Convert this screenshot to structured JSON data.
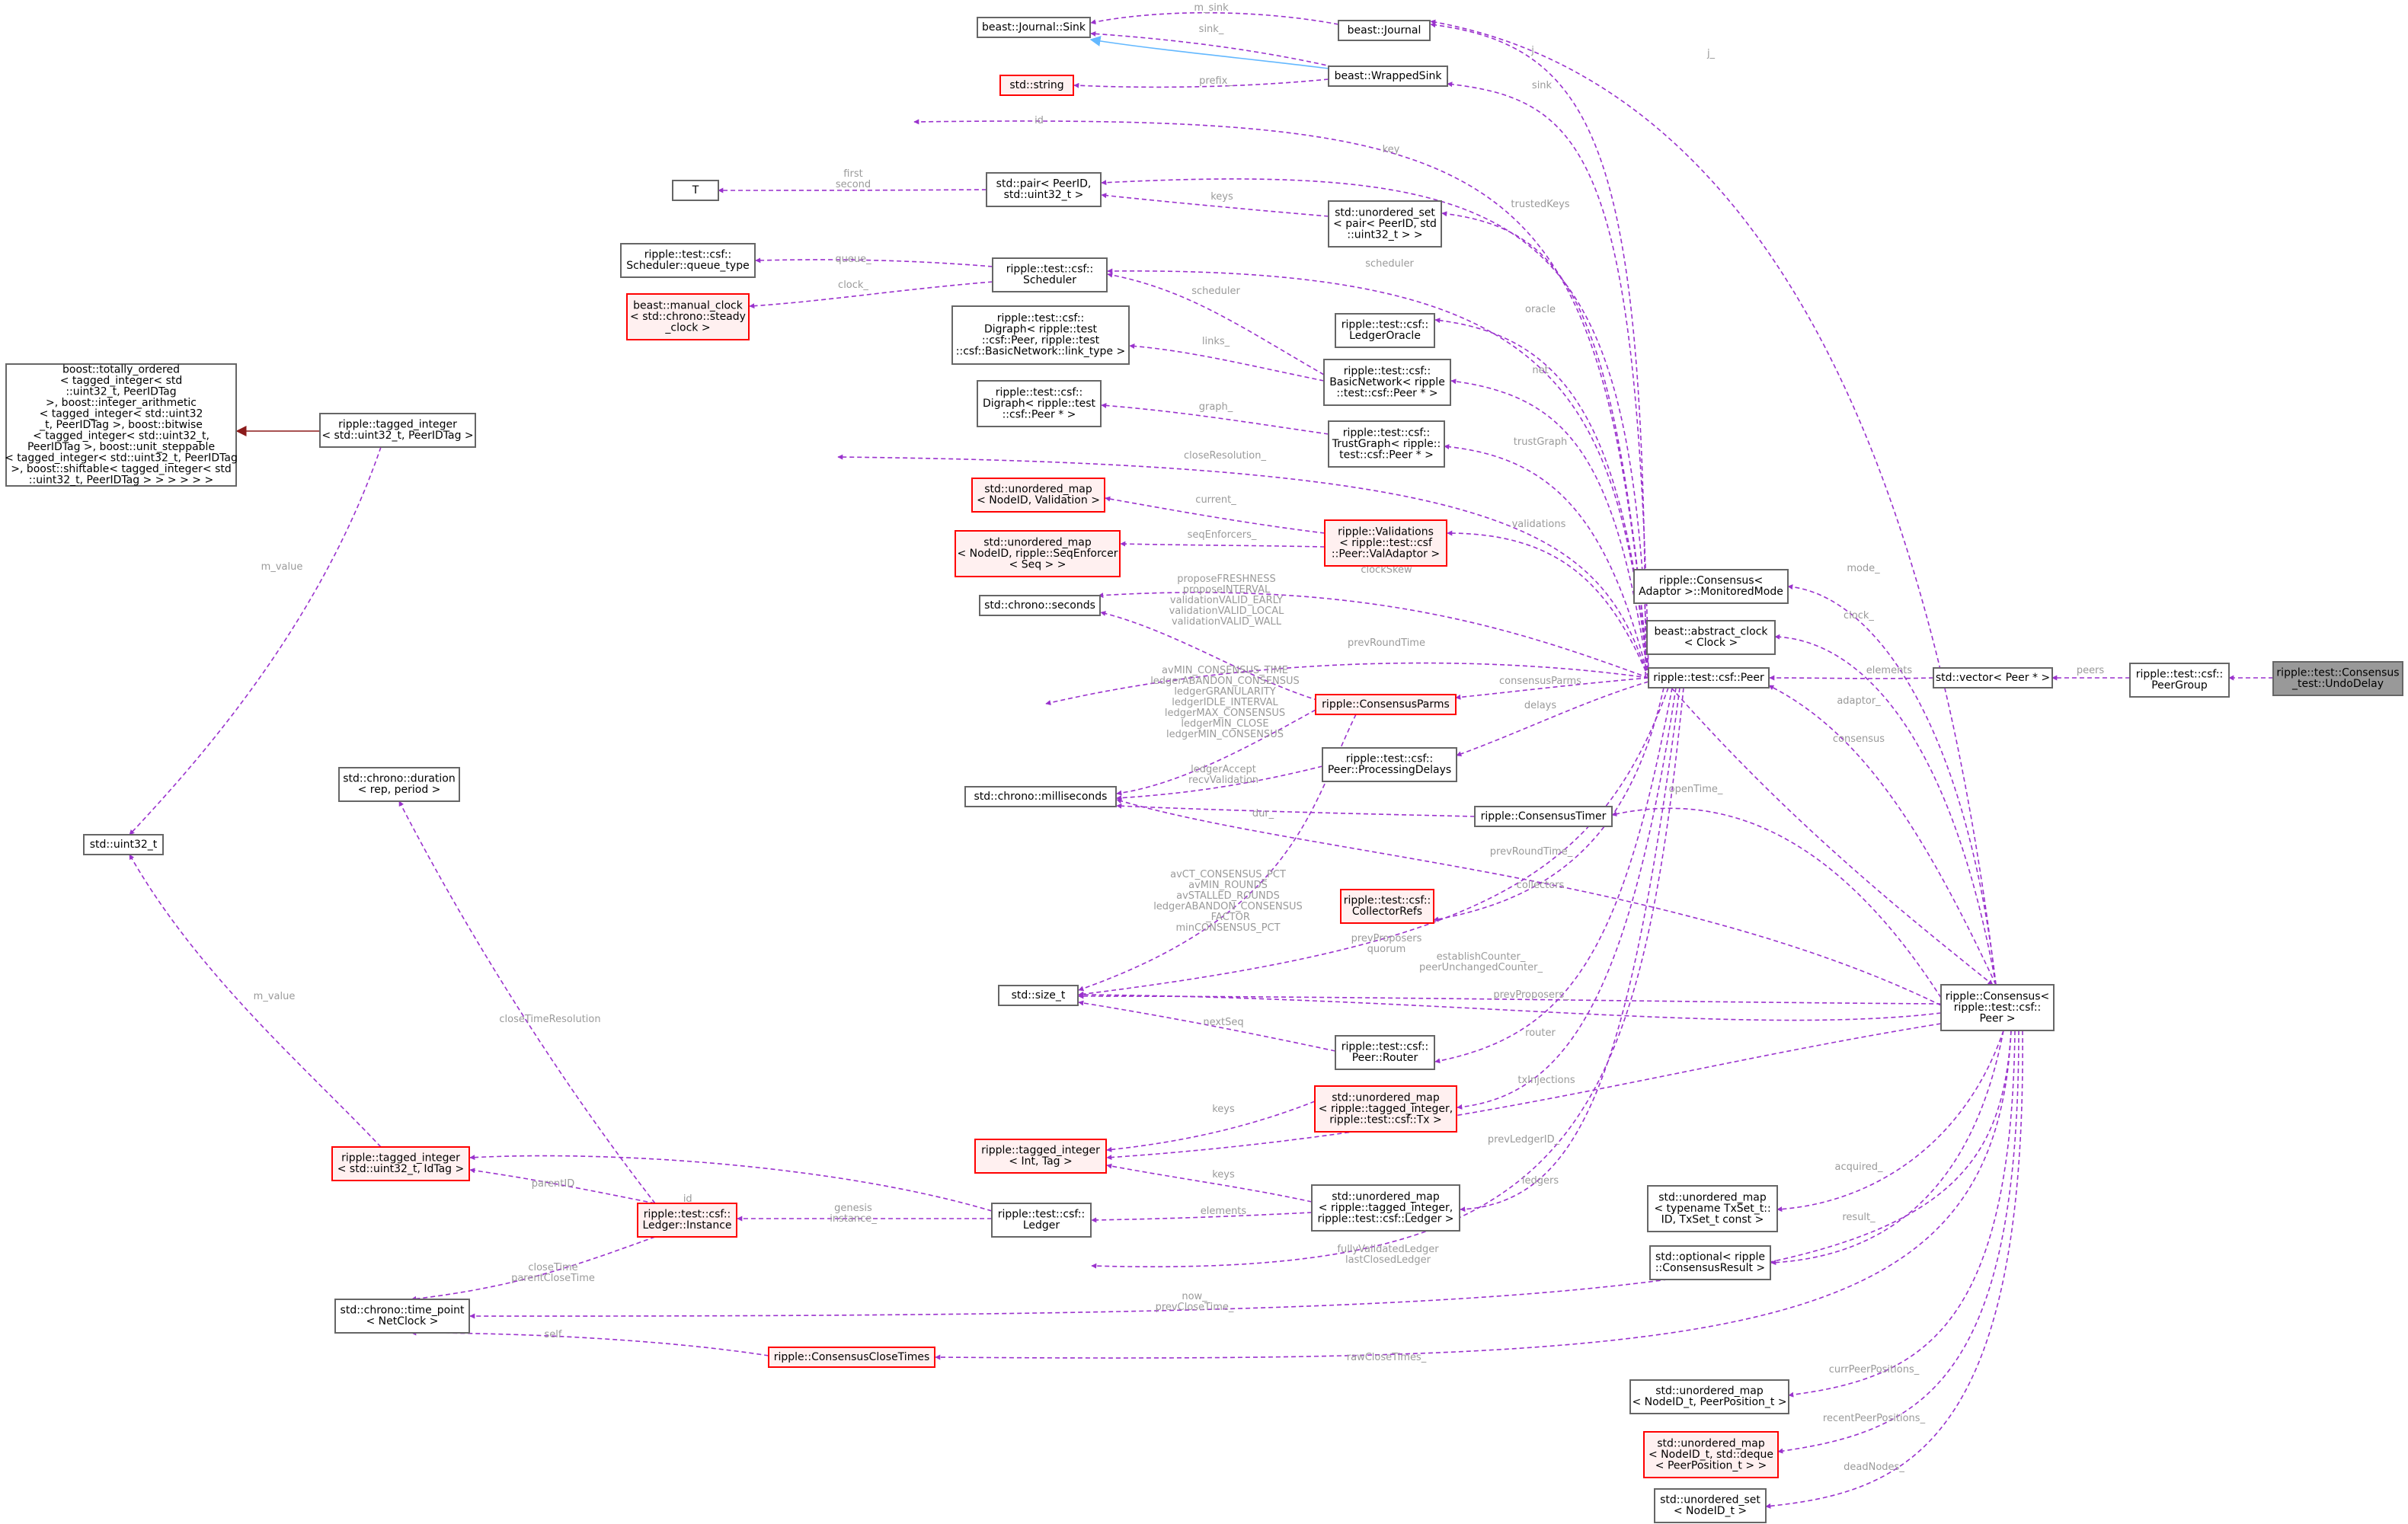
{
  "colors": {
    "usage_edge": "#9a32cd",
    "inherit_edge": "#63b8ff",
    "private_inherit_edge": "#8b1a1a",
    "node_border": "#666666",
    "incomplete_border": "#ff0000",
    "incomplete_fill": "#fff0f0",
    "highlight_fill": "#999999",
    "edge_label": "#9a9a9a"
  },
  "nodes": [
    {
      "id": "sink",
      "lines": [
        "beast::Journal::Sink"
      ]
    },
    {
      "id": "journal",
      "lines": [
        "beast::Journal"
      ]
    },
    {
      "id": "wrappedsink",
      "lines": [
        "beast::WrappedSink"
      ]
    },
    {
      "id": "string",
      "lines": [
        "std::string"
      ],
      "incomplete": true
    },
    {
      "id": "T",
      "lines": [
        "T"
      ]
    },
    {
      "id": "pair",
      "lines": [
        "std::pair< PeerID,",
        "std::uint32_t >"
      ]
    },
    {
      "id": "uset_pair",
      "lines": [
        "std::unordered_set",
        "< pair< PeerID, std",
        "::uint32_t > >"
      ]
    },
    {
      "id": "queue_type",
      "lines": [
        "ripple::test::csf::",
        "Scheduler::queue_type"
      ]
    },
    {
      "id": "scheduler",
      "lines": [
        "ripple::test::csf::",
        "Scheduler"
      ]
    },
    {
      "id": "manual_clock",
      "lines": [
        "beast::manual_clock",
        "< std::chrono::steady",
        "_clock >"
      ],
      "incomplete": true
    },
    {
      "id": "ledgeroracle",
      "lines": [
        "ripple::test::csf::",
        "LedgerOracle"
      ]
    },
    {
      "id": "digraph_link",
      "lines": [
        "ripple::test::csf::",
        "Digraph< ripple::test",
        "::csf::Peer, ripple::test",
        "::csf::BasicNetwork::link_type >"
      ]
    },
    {
      "id": "basicnetwork",
      "lines": [
        "ripple::test::csf::",
        "BasicNetwork< ripple",
        "::test::csf::Peer * >"
      ]
    },
    {
      "id": "digraph_peer",
      "lines": [
        "ripple::test::csf::",
        "Digraph< ripple::test",
        "::csf::Peer * >"
      ]
    },
    {
      "id": "trustgraph",
      "lines": [
        "ripple::test::csf::",
        "TrustGraph< ripple::",
        "test::csf::Peer * >"
      ]
    },
    {
      "id": "boost_ordered",
      "lines": [
        "boost::totally_ordered",
        "< tagged_integer< std",
        "::uint32_t, PeerIDTag",
        " >, boost::integer_arithmetic",
        "< tagged_integer< std::uint32",
        "_t, PeerIDTag >, boost::bitwise",
        "< tagged_integer< std::uint32_t,",
        " PeerIDTag >, boost::unit_steppable",
        "< tagged_integer< std::uint32_t, PeerIDTag",
        " >, boost::shiftable< tagged_integer< std",
        "::uint32_t, PeerIDTag > > > > > >"
      ]
    },
    {
      "id": "tagged_peerid",
      "lines": [
        "ripple::tagged_integer",
        "< std::uint32_t, PeerIDTag >"
      ]
    },
    {
      "id": "umap_validation",
      "lines": [
        "std::unordered_map",
        "< NodeID, Validation >"
      ],
      "incomplete": true
    },
    {
      "id": "validations",
      "lines": [
        "ripple::Validations",
        "< ripple::test::csf",
        "::Peer::ValAdaptor >"
      ],
      "incomplete": true
    },
    {
      "id": "umap_seqenforcer",
      "lines": [
        "std::unordered_map",
        "< NodeID, ripple::SeqEnforcer",
        "< Seq > >"
      ],
      "incomplete": true
    },
    {
      "id": "seconds",
      "lines": [
        "std::chrono::seconds"
      ]
    },
    {
      "id": "monitoredmode",
      "lines": [
        "ripple::Consensus<",
        "Adaptor >::MonitoredMode"
      ]
    },
    {
      "id": "abstract_clock",
      "lines": [
        "beast::abstract_clock",
        "< Clock >"
      ]
    },
    {
      "id": "peer",
      "lines": [
        "ripple::test::csf::Peer"
      ]
    },
    {
      "id": "vector_peer",
      "lines": [
        "std::vector< Peer * >"
      ]
    },
    {
      "id": "peergroup",
      "lines": [
        "ripple::test::csf::",
        "PeerGroup"
      ]
    },
    {
      "id": "undodelay",
      "lines": [
        "ripple::test::Consensus",
        "_test::UndoDelay"
      ],
      "highlight": true
    },
    {
      "id": "consensusparms",
      "lines": [
        "ripple::ConsensusParms"
      ],
      "incomplete": true
    },
    {
      "id": "duration",
      "lines": [
        "std::chrono::duration",
        "< rep, period >"
      ]
    },
    {
      "id": "processingdelays",
      "lines": [
        "ripple::test::csf::",
        "Peer::ProcessingDelays"
      ]
    },
    {
      "id": "milliseconds",
      "lines": [
        "std::chrono::milliseconds"
      ]
    },
    {
      "id": "consensustimer",
      "lines": [
        "ripple::ConsensusTimer"
      ]
    },
    {
      "id": "uint32",
      "lines": [
        "std::uint32_t"
      ]
    },
    {
      "id": "collectorrefs",
      "lines": [
        "ripple::test::csf::",
        "CollectorRefs"
      ],
      "incomplete": true
    },
    {
      "id": "size_t",
      "lines": [
        "std::size_t"
      ]
    },
    {
      "id": "consensus_peer",
      "lines": [
        "ripple::Consensus<",
        "ripple::test::csf::",
        "Peer >"
      ]
    },
    {
      "id": "router",
      "lines": [
        "ripple::test::csf::",
        "Peer::Router"
      ]
    },
    {
      "id": "umap_tx",
      "lines": [
        "std::unordered_map",
        "< ripple::tagged_integer,",
        "ripple::test::csf::Tx >"
      ],
      "incomplete": true
    },
    {
      "id": "tagged_inttag",
      "lines": [
        "ripple::tagged_integer",
        "< Int, Tag >"
      ],
      "incomplete": true
    },
    {
      "id": "tagged_idtag",
      "lines": [
        "ripple::tagged_integer",
        "< std::uint32_t, IdTag >"
      ],
      "incomplete": true
    },
    {
      "id": "ledger_instance",
      "lines": [
        "ripple::test::csf::",
        "Ledger::Instance"
      ],
      "incomplete": true
    },
    {
      "id": "ledger",
      "lines": [
        "ripple::test::csf::",
        "Ledger"
      ]
    },
    {
      "id": "umap_ledger",
      "lines": [
        "std::unordered_map",
        "< ripple::tagged_integer,",
        "ripple::test::csf::Ledger >"
      ]
    },
    {
      "id": "umap_txset",
      "lines": [
        "std::unordered_map",
        "< typename TxSet_t::",
        "ID, TxSet_t const >"
      ]
    },
    {
      "id": "optional_result",
      "lines": [
        "std::optional< ripple",
        "::ConsensusResult >"
      ]
    },
    {
      "id": "time_point",
      "lines": [
        "std::chrono::time_point",
        "< NetClock >"
      ]
    },
    {
      "id": "closetimes",
      "lines": [
        "ripple::ConsensusCloseTimes"
      ],
      "incomplete": true
    },
    {
      "id": "umap_peerpos",
      "lines": [
        "std::unordered_map",
        "< NodeID_t, PeerPosition_t >"
      ]
    },
    {
      "id": "umap_deque",
      "lines": [
        "std::unordered_map",
        "< NodeID_t, std::deque",
        "< PeerPosition_t > >"
      ],
      "incomplete": true
    },
    {
      "id": "uset_nodeid",
      "lines": [
        "std::unordered_set",
        "< NodeID_t >"
      ]
    }
  ],
  "edges": [
    {
      "from": "journal",
      "to": "sink",
      "label": [
        "m_sink"
      ]
    },
    {
      "from": "wrappedsink",
      "to": "sink",
      "label": [
        "sink_"
      ]
    },
    {
      "from": "wrappedsink",
      "to": "sink",
      "kind": "inherit"
    },
    {
      "from": "wrappedsink",
      "to": "string",
      "label": [
        "prefix_"
      ]
    },
    {
      "from": "pair",
      "to": "T",
      "label": [
        "first",
        "second"
      ]
    },
    {
      "from": "uset_pair",
      "to": "pair",
      "label": [
        "keys"
      ]
    },
    {
      "from": "scheduler",
      "to": "queue_type",
      "label": [
        "queue_"
      ]
    },
    {
      "from": "scheduler",
      "to": "manual_clock",
      "label": [
        "clock_"
      ]
    },
    {
      "from": "basicnetwork",
      "to": "scheduler",
      "label": [
        "scheduler"
      ]
    },
    {
      "from": "basicnetwork",
      "to": "digraph_link",
      "label": [
        "links_"
      ]
    },
    {
      "from": "trustgraph",
      "to": "digraph_peer",
      "label": [
        "graph_"
      ]
    },
    {
      "from": "tagged_peerid",
      "to": "boost_ordered",
      "kind": "private"
    },
    {
      "from": "tagged_peerid",
      "to": "uint32",
      "label": [
        "m_value"
      ]
    },
    {
      "from": "validations",
      "to": "umap_validation",
      "label": [
        "current_"
      ]
    },
    {
      "from": "validations",
      "to": "umap_seqenforcer",
      "label": [
        "seqEnforcers_"
      ]
    },
    {
      "from": "consensusparms",
      "to": "seconds",
      "label": [
        "proposeFRESHNESS",
        "proposeINTERVAL",
        "validationVALID_EARLY",
        "validationVALID_LOCAL",
        "validationVALID_WALL"
      ]
    },
    {
      "from": "consensusparms",
      "to": "milliseconds",
      "label": [
        "avMIN_CONSENSUS_TIME",
        "ledgerABANDON_CONSENSUS",
        "ledgerGRANULARITY",
        "ledgerIDLE_INTERVAL",
        "ledgerMAX_CONSENSUS",
        "ledgerMIN_CLOSE",
        "ledgerMIN_CONSENSUS"
      ]
    },
    {
      "from": "consensusparms",
      "to": "size_t",
      "label": [
        "avCT_CONSENSUS_PCT",
        "avMIN_ROUNDS",
        "avSTALLED_ROUNDS",
        "ledgerABANDON_CONSENSUS",
        "_FACTOR",
        "minCONSENSUS_PCT"
      ]
    },
    {
      "from": "processingdelays",
      "to": "milliseconds",
      "label": [
        "ledgerAccept",
        "recvValidation"
      ]
    },
    {
      "from": "consensustimer",
      "to": "milliseconds",
      "label": [
        "dur_"
      ]
    },
    {
      "from": "router",
      "to": "size_t",
      "label": [
        "nextSeq"
      ]
    },
    {
      "from": "umap_tx",
      "to": "tagged_inttag",
      "label": [
        "keys"
      ]
    },
    {
      "from": "umap_ledger",
      "to": "tagged_inttag",
      "label": [
        "keys"
      ]
    },
    {
      "from": "umap_ledger",
      "to": "ledger",
      "label": [
        "elements"
      ]
    },
    {
      "from": "tagged_idtag",
      "to": "uint32",
      "label": [
        "m_value"
      ]
    },
    {
      "from": "ledger_instance",
      "to": "tagged_idtag",
      "label": [
        "parentID"
      ]
    },
    {
      "from": "ledger_instance",
      "to": "duration",
      "label": [
        "closeTimeResolution"
      ]
    },
    {
      "from": "ledger_instance",
      "to": "time_point",
      "label": [
        "closeTime",
        "parentCloseTime"
      ]
    },
    {
      "from": "ledger",
      "to": "tagged_idtag",
      "label": [
        "id_"
      ]
    },
    {
      "from": "ledger",
      "to": "ledger_instance",
      "label": [
        "genesis",
        "instance_"
      ]
    },
    {
      "from": "closetimes",
      "to": "time_point",
      "label": [
        "self"
      ]
    },
    {
      "from": "peer",
      "to": "journal",
      "label": [
        "j"
      ]
    },
    {
      "from": "peer",
      "to": "wrappedsink",
      "label": [
        "sink"
      ]
    },
    {
      "from": "peer",
      "to": "tagged_peerid",
      "label": [
        "id"
      ]
    },
    {
      "from": "peer",
      "to": "pair",
      "label": [
        "key"
      ]
    },
    {
      "from": "peer",
      "to": "uset_pair",
      "label": [
        "trustedKeys"
      ]
    },
    {
      "from": "peer",
      "to": "scheduler",
      "label": [
        "scheduler"
      ]
    },
    {
      "from": "peer",
      "to": "ledgeroracle",
      "label": [
        "oracle"
      ]
    },
    {
      "from": "peer",
      "to": "basicnetwork",
      "label": [
        "net"
      ]
    },
    {
      "from": "peer",
      "to": "trustgraph",
      "label": [
        "trustGraph"
      ]
    },
    {
      "from": "peer",
      "to": "duration",
      "label": [
        "closeResolution_"
      ]
    },
    {
      "from": "peer",
      "to": "validations",
      "label": [
        "validations"
      ]
    },
    {
      "from": "peer",
      "to": "seconds",
      "label": [
        "clockSkew"
      ]
    },
    {
      "from": "peer",
      "to": "milliseconds",
      "label": [
        "prevRoundTime"
      ]
    },
    {
      "from": "peer",
      "to": "consensusparms",
      "label": [
        "consensusParms"
      ]
    },
    {
      "from": "peer",
      "to": "processingdelays",
      "label": [
        "delays"
      ]
    },
    {
      "from": "peer",
      "to": "collectorrefs",
      "label": [
        "collectors"
      ]
    },
    {
      "from": "peer",
      "to": "size_t",
      "label": [
        "prevProposers",
        "quorum"
      ]
    },
    {
      "from": "peer",
      "to": "router",
      "label": [
        "router"
      ]
    },
    {
      "from": "peer",
      "to": "umap_tx",
      "label": [
        "txInjections"
      ]
    },
    {
      "from": "peer",
      "to": "umap_ledger",
      "label": [
        "ledgers"
      ]
    },
    {
      "from": "peer",
      "to": "ledger",
      "label": [
        "fullyValidatedLedger",
        "lastClosedLedger"
      ]
    },
    {
      "from": "vector_peer",
      "to": "peer",
      "label": [
        "elements"
      ]
    },
    {
      "from": "peergroup",
      "to": "vector_peer",
      "label": [
        "peers"
      ]
    },
    {
      "from": "undodelay",
      "to": "peergroup",
      "label": [
        " "
      ]
    },
    {
      "from": "consensus_peer",
      "to": "journal",
      "label": [
        "j_"
      ]
    },
    {
      "from": "consensus_peer",
      "to": "monitoredmode",
      "label": [
        "mode_"
      ]
    },
    {
      "from": "consensus_peer",
      "to": "abstract_clock",
      "label": [
        "clock_"
      ]
    },
    {
      "from": "consensus_peer",
      "to": "peer",
      "label": [
        "adaptor_"
      ]
    },
    {
      "from": "peer",
      "to": "consensus_peer",
      "label": [
        "consensus"
      ]
    },
    {
      "from": "consensus_peer",
      "to": "consensustimer",
      "label": [
        "openTime_"
      ]
    },
    {
      "from": "consensus_peer",
      "to": "milliseconds",
      "label": [
        "prevRoundTime_"
      ]
    },
    {
      "from": "consensus_peer",
      "to": "size_t",
      "label": [
        "establishCounter_",
        "peerUnchangedCounter_"
      ]
    },
    {
      "from": "consensus_peer",
      "to": "size_t",
      "label": [
        "prevProposers_"
      ]
    },
    {
      "from": "consensus_peer",
      "to": "tagged_inttag",
      "label": [
        "prevLedgerID_"
      ]
    },
    {
      "from": "consensus_peer",
      "to": "umap_txset",
      "label": [
        "acquired_"
      ]
    },
    {
      "from": "consensus_peer",
      "to": "optional_result",
      "label": [
        "result_"
      ]
    },
    {
      "from": "consensus_peer",
      "to": "time_point",
      "label": [
        "now_",
        "prevCloseTime_"
      ]
    },
    {
      "from": "consensus_peer",
      "to": "closetimes",
      "label": [
        "rawCloseTimes_"
      ]
    },
    {
      "from": "consensus_peer",
      "to": "umap_peerpos",
      "label": [
        "currPeerPositions_"
      ]
    },
    {
      "from": "consensus_peer",
      "to": "umap_deque",
      "label": [
        "recentPeerPositions_"
      ]
    },
    {
      "from": "consensus_peer",
      "to": "uset_nodeid",
      "label": [
        "deadNodes_"
      ]
    }
  ]
}
